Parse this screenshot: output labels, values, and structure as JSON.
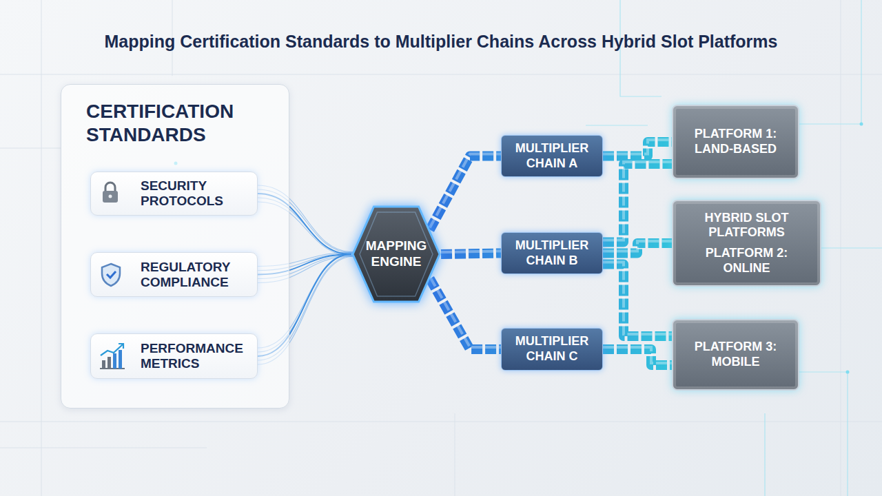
{
  "diagram": {
    "title": "Mapping Certification Standards to Multiplier Chains Across Hybrid Slot Platforms",
    "nodes": [
      {
        "text": [
          "CERTIFICATION STANDARDS"
        ]
      },
      {
        "text": [
          "SECURITY PROTOCOLS"
        ],
        "in": 0
      },
      {
        "text": [
          "REGULATORY COMPLIANCE"
        ],
        "in": 0
      },
      {
        "text": [
          "PERFORMANCE METRICS"
        ],
        "in": 0
      },
      {
        "text": [
          "MAPPING ENGINE"
        ]
      },
      {
        "text": [
          "MULTIPLIER CHAIN A"
        ]
      },
      {
        "text": [
          "MULTIPLIER CHAIN B"
        ]
      },
      {
        "text": [
          "MULTIPLIER CHAIN C"
        ]
      },
      {
        "text": [
          "PLATFORM 1: LAND-BASED"
        ]
      },
      {
        "text": [
          "HYBRID SLOT PLATFORMS",
          "PLATFORM 2: ONLINE"
        ]
      },
      {
        "text": [
          "PLATFORM 3: MOBILE"
        ]
      }
    ],
    "edges": [
      {
        "from": 1,
        "to": 4,
        "arrow": "none"
      },
      {
        "from": 2,
        "to": 4,
        "arrow": "none"
      },
      {
        "from": 3,
        "to": 4,
        "arrow": "none"
      },
      {
        "from": 4,
        "to": 5,
        "arrow": "none"
      },
      {
        "from": 4,
        "to": 6,
        "arrow": "none"
      },
      {
        "from": 4,
        "to": 7,
        "arrow": "none"
      },
      {
        "from": 5,
        "to": 8,
        "arrow": "none"
      },
      {
        "from": 6,
        "to": 8,
        "arrow": "none"
      },
      {
        "from": 6,
        "to": 9,
        "arrow": "none"
      },
      {
        "from": 6,
        "to": 10,
        "arrow": "none"
      },
      {
        "from": 7,
        "to": 10,
        "arrow": "none"
      }
    ]
  }
}
